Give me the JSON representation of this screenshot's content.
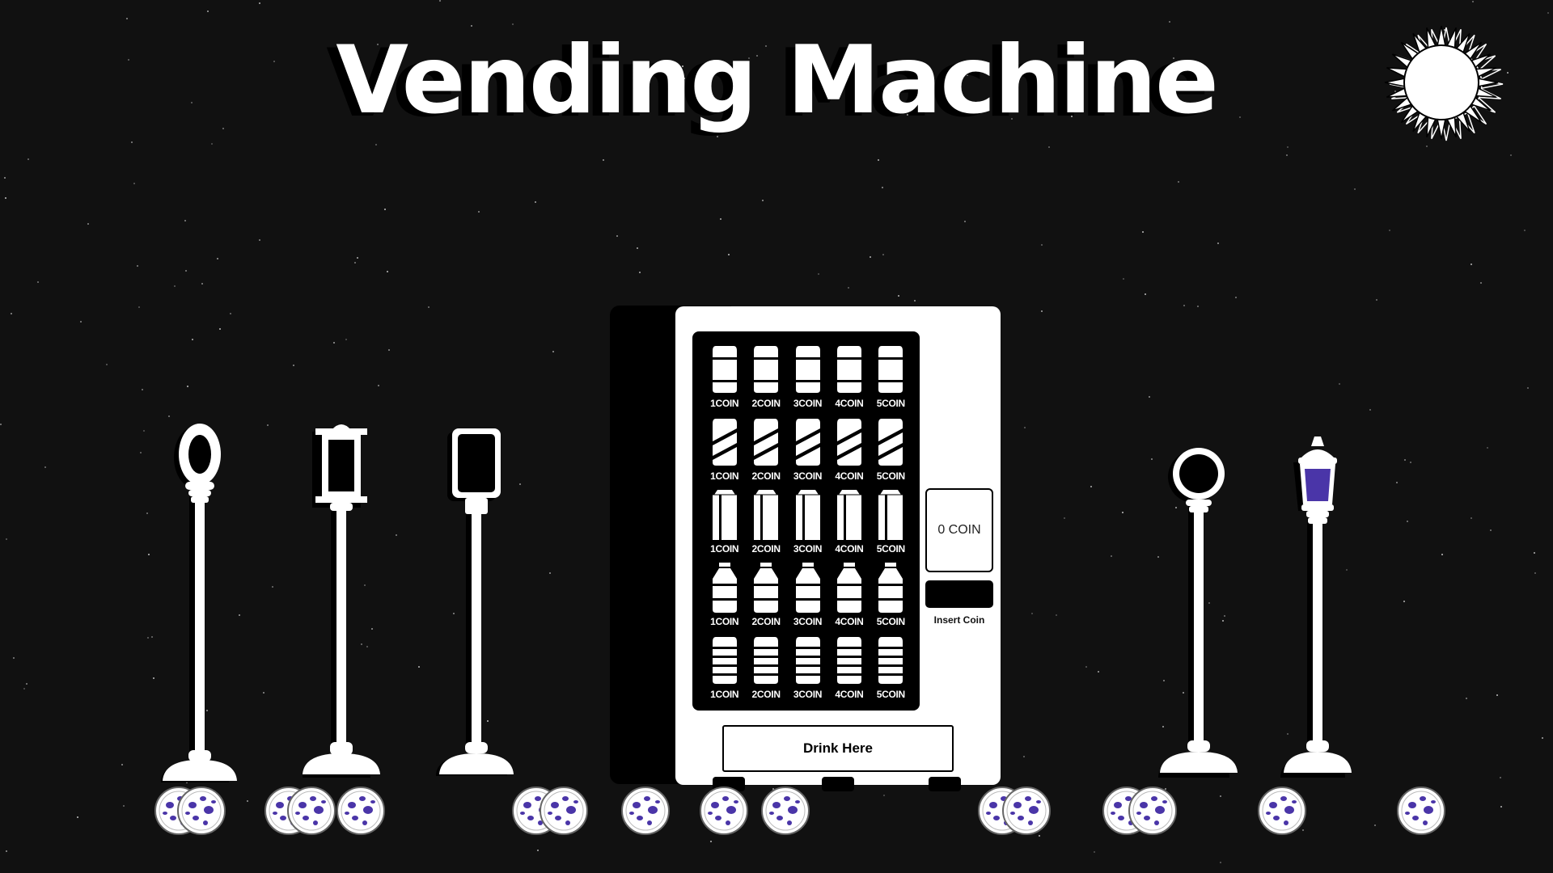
{
  "title": "Vending Machine",
  "machine": {
    "rows": [
      {
        "item_icon": "can-icon",
        "prices": [
          "1COIN",
          "2COIN",
          "3COIN",
          "4COIN",
          "5COIN"
        ]
      },
      {
        "item_icon": "striped-can-icon",
        "prices": [
          "1COIN",
          "2COIN",
          "3COIN",
          "4COIN",
          "5COIN"
        ]
      },
      {
        "item_icon": "carton-icon",
        "prices": [
          "1COIN",
          "2COIN",
          "3COIN",
          "4COIN",
          "5COIN"
        ]
      },
      {
        "item_icon": "bottle-icon",
        "prices": [
          "1COIN",
          "2COIN",
          "3COIN",
          "4COIN",
          "5COIN"
        ]
      },
      {
        "item_icon": "ribbed-can-icon",
        "prices": [
          "1COIN",
          "2COIN",
          "3COIN",
          "4COIN",
          "5COIN"
        ]
      }
    ],
    "coin_display": "0 COIN",
    "insert_label": "Insert Coin",
    "drink_button": "Drink Here"
  },
  "colors": {
    "background": "#111111",
    "accent": "#4a35a8",
    "foreground": "#ffffff"
  },
  "icons": {
    "sun": "sun-icon",
    "lamps": [
      "oval-lamp-icon",
      "lantern-lamp-icon",
      "sign-lamp-icon",
      "round-lamp-icon",
      "gas-lamp-icon"
    ],
    "coin": "coin-icon"
  }
}
